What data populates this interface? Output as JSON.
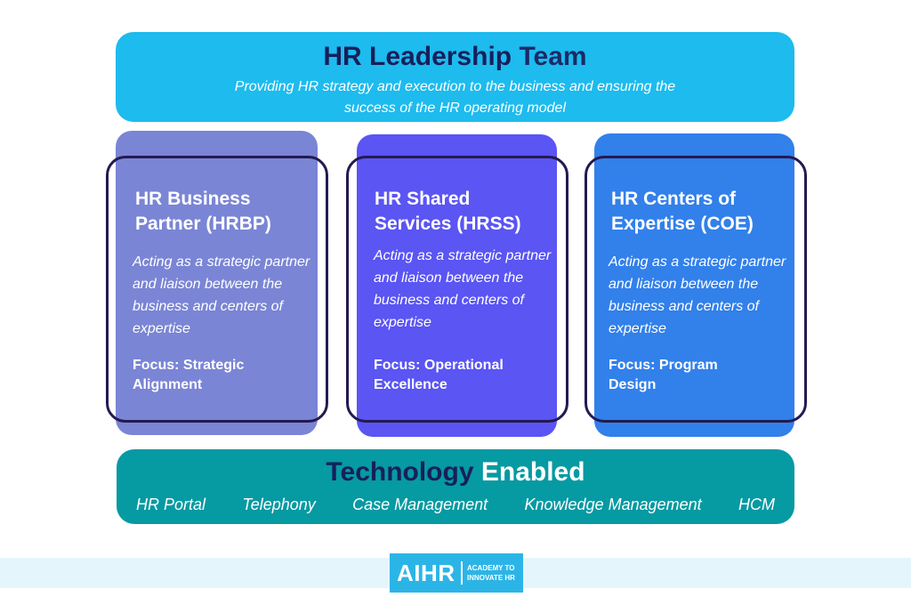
{
  "leadership": {
    "title_part1": "HR Leadership",
    "title_part2": "Team",
    "subtitle": "Providing HR strategy and execution to the business and ensuring the success of the HR operating model"
  },
  "columns": [
    {
      "title": "HR Business Partner (HRBP)",
      "description": "Acting as a strategic partner and liaison between the business and centers of expertise",
      "focus": "Focus: Strategic Alignment",
      "color": "#7a85d5"
    },
    {
      "title": "HR Shared Services (HRSS)",
      "description": "Acting as a strategic partner and liaison between the business and centers of expertise",
      "focus": "Focus: Operational Excellence",
      "color": "#5a55f3"
    },
    {
      "title": "HR Centers of Expertise (COE)",
      "description": "Acting as a strategic partner and liaison between the business and centers of expertise",
      "focus": "Focus: Program Design",
      "color": "#3280ea"
    }
  ],
  "technology": {
    "title_part1": "Technology",
    "title_part2": "Enabled",
    "items": [
      "HR Portal",
      "Telephony",
      "Case Management",
      "Knowledge Management",
      "HCM"
    ]
  },
  "logo": {
    "mark": "AIHR",
    "tagline_line1": "ACADEMY TO",
    "tagline_line2": "INNOVATE HR"
  },
  "colors": {
    "leadership_bg": "#1dbbee",
    "technology_bg": "#069aa2",
    "outline": "#241a52",
    "navy_text": "#17205b"
  }
}
